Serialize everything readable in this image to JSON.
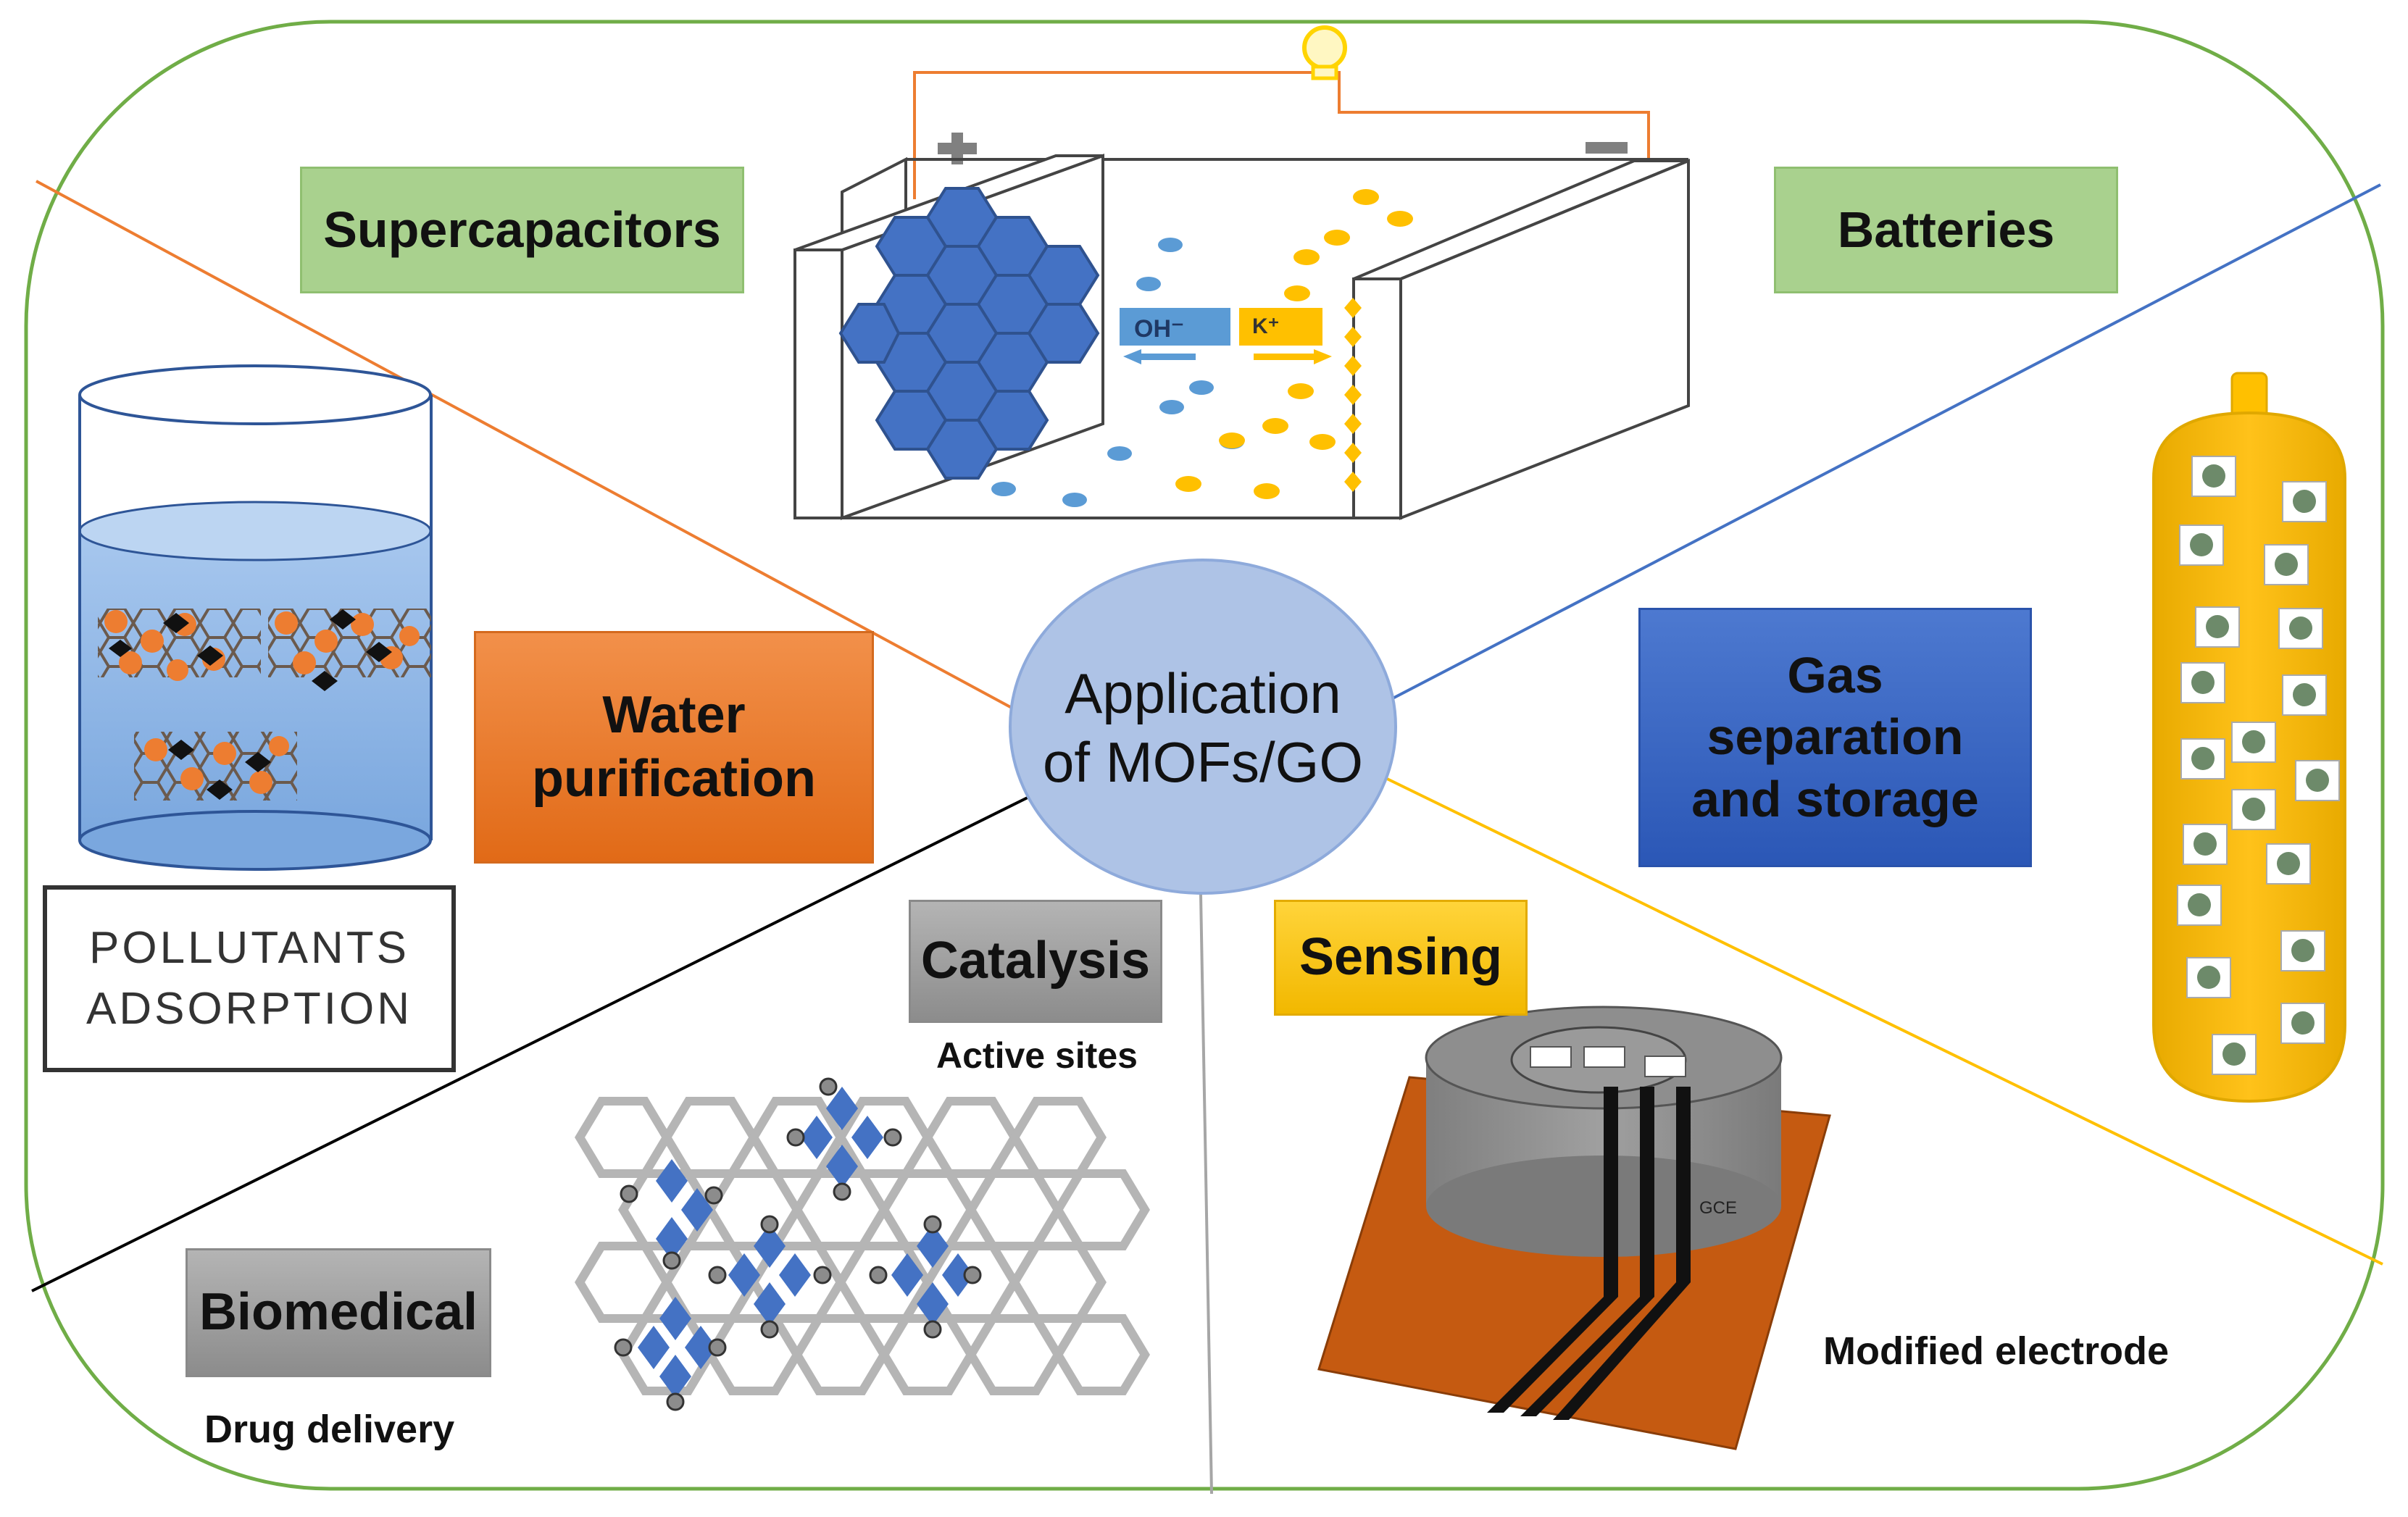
{
  "center": {
    "line1": "Application",
    "line2": "of MOFs/GO"
  },
  "applications": {
    "supercapacitors": "Supercapacitors",
    "batteries": "Batteries",
    "water_purification_line1": "Water",
    "water_purification_line2": "purification",
    "gas_line1": "Gas",
    "gas_line2": "separation",
    "gas_line3": "and storage",
    "catalysis": "Catalysis",
    "sensing": "Sensing",
    "biomedical": "Biomedical"
  },
  "sub_labels": {
    "pollutants_line1": "POLLUTANTS",
    "pollutants_line2": "ADSORPTION",
    "active_sites": "Active sites",
    "drug_delivery": "Drug delivery",
    "modified_electrode": "Modified electrode"
  },
  "illustration_labels": {
    "oh_ion": "OH⁻",
    "k_ion": "K⁺",
    "plus": "+",
    "minus": "−",
    "gce": "GCE"
  },
  "colors": {
    "frame": "#70ad47",
    "supercap_box": "#a9d18e",
    "water_box": "#ed7d31",
    "gas_box": "#3a67c2",
    "catalysis_box": "#a6a6a6",
    "sensing_box": "#ffc000",
    "center_circle": "#aec3e6",
    "electrolyte_blue": "#5b9bd5",
    "electrolyte_orange": "#ffc000",
    "electrode_sheet": "#c55a11"
  },
  "icons": [
    "light-bulb-icon",
    "beaker-icon",
    "gas-cylinder-icon",
    "electrode-icon",
    "graphene-lattice-icon",
    "hexagon-electrode-icon"
  ]
}
